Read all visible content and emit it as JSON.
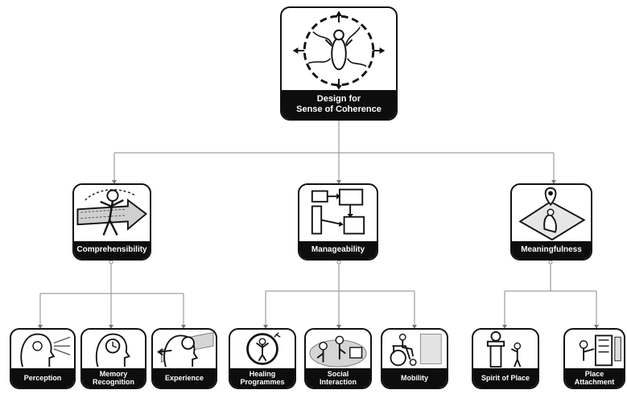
{
  "root": {
    "label": "Design for\nSense of Coherence",
    "icon": "compass-figure-icon"
  },
  "categories": [
    {
      "label": "Comprehensibility",
      "icon": "person-arrow-icon"
    },
    {
      "label": "Manageability",
      "icon": "blocks-flow-icon"
    },
    {
      "label": "Meaningfulness",
      "icon": "place-pin-icon"
    }
  ],
  "leaves": [
    {
      "label": "Perception",
      "icon": "head-eye-icon"
    },
    {
      "label": "Memory\nRecognition",
      "icon": "head-clock-icon"
    },
    {
      "label": "Experience",
      "icon": "head-magnifier-icon"
    },
    {
      "label": "Healing\nProgrammes",
      "icon": "figure-circle-icon"
    },
    {
      "label": "Social\nInteraction",
      "icon": "people-group-icon"
    },
    {
      "label": "Mobility",
      "icon": "wheelchair-icon"
    },
    {
      "label": "Spirit of Place",
      "icon": "monument-person-icon"
    },
    {
      "label": "Place\nAttachment",
      "icon": "person-door-icon"
    }
  ]
}
